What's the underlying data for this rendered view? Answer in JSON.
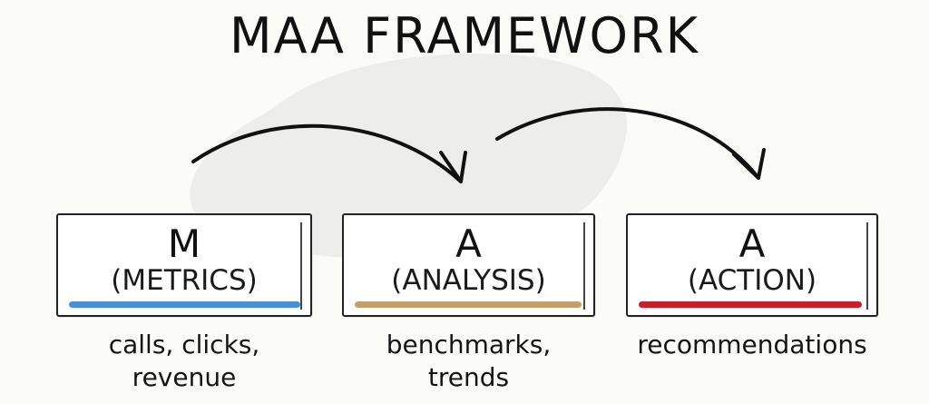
{
  "title": "MAA FRAMEWORK",
  "steps": [
    {
      "letter": "M",
      "name": "(METRICS)",
      "desc_line1": "calls, clicks,",
      "desc_line2": "revenue",
      "underline_color": "#4a90d9"
    },
    {
      "letter": "A",
      "name": "(ANALYSIS)",
      "desc_line1": "benchmarks,",
      "desc_line2": "trends",
      "underline_color": "#c2a06a"
    },
    {
      "letter": "A",
      "name": "(ACTION)",
      "desc_line1": "recommendations",
      "desc_line2": "",
      "underline_color": "#c8202a"
    }
  ],
  "background_blob_color": "#ededeb",
  "arrow_color": "#111111"
}
